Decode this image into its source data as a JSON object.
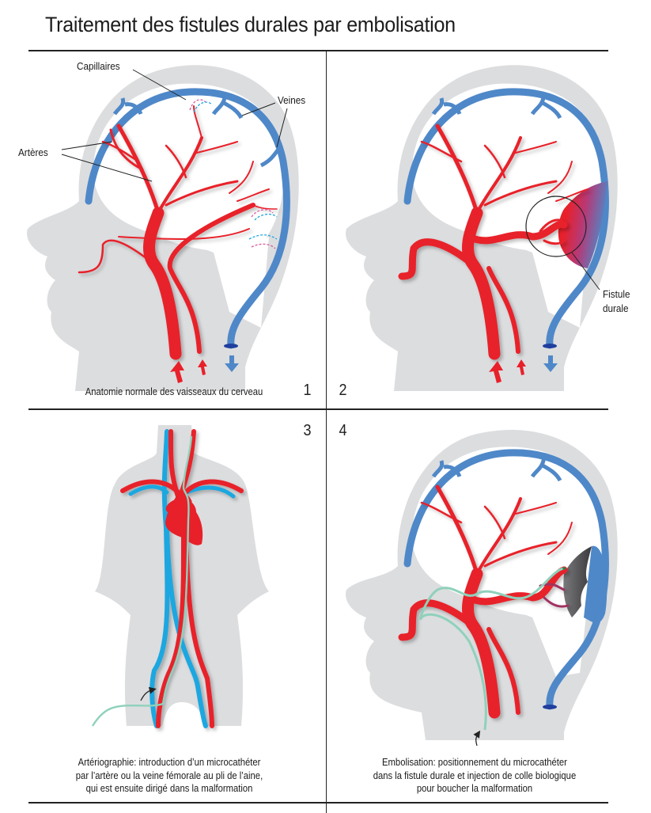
{
  "title": "Traitement des fistules durales par embolisation",
  "colors": {
    "artery": "#e8202a",
    "vein": "#4f88c8",
    "vein_light": "#1fa7e0",
    "silhouette": "#dcdddf",
    "catheter": "#8fd1bb",
    "glue": "#4a4a4c",
    "line": "#222222"
  },
  "panels": [
    {
      "number": "1",
      "caption": [
        "Anatomie normale des vaisseaux du cerveau"
      ],
      "labels": {
        "capillaries": "Capillaires",
        "veins": "Veines",
        "arteries": "Artères"
      }
    },
    {
      "number": "2",
      "caption": [],
      "labels": {
        "fistula_line1": "Fistule",
        "fistula_line2": "durale"
      }
    },
    {
      "number": "3",
      "caption": [
        "Artériographie: introduction d’un microcathéter",
        "par l’artère ou la veine fémorale au pli de l’aine,",
        "qui est ensuite dirigé dans la malformation"
      ]
    },
    {
      "number": "4",
      "caption": [
        "Embolisation: positionnement du microcathéter",
        "dans la fistule durale et injection de colle biologique",
        "pour boucher la malformation"
      ]
    }
  ]
}
